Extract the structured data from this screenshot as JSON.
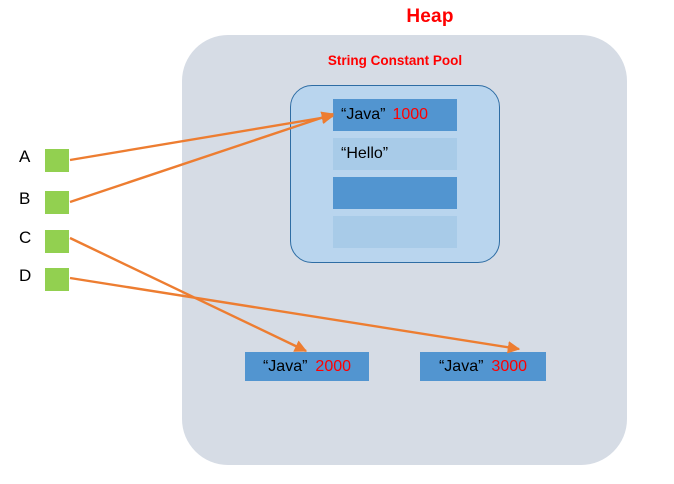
{
  "diagram": {
    "title": "Heap",
    "pool_title": "String Constant Pool",
    "accent_red": "#ff0000",
    "heap_bg": "#d6dce5",
    "pool_bg": "#b9d5ee",
    "pool_border": "#2e6da4",
    "row_dark": "#5295d0",
    "row_light": "#a8cbe8",
    "var_green": "#92d050",
    "arrow_orange": "#ed7d31"
  },
  "pool_rows": [
    {
      "text": "“Java”",
      "address": "1000",
      "fill": "dark"
    },
    {
      "text": "“Hello”",
      "address": "",
      "fill": "light"
    },
    {
      "text": "",
      "address": "",
      "fill": "dark"
    },
    {
      "text": "",
      "address": "",
      "fill": "light"
    }
  ],
  "variables": [
    {
      "label": "A",
      "target": "pool-row-0"
    },
    {
      "label": "B",
      "target": "pool-row-0"
    },
    {
      "label": "C",
      "target": "heap-object-2000"
    },
    {
      "label": "D",
      "target": "heap-object-3000"
    }
  ],
  "heap_objects": [
    {
      "text": "“Java”",
      "address": "2000"
    },
    {
      "text": "“Java”",
      "address": "3000"
    }
  ]
}
